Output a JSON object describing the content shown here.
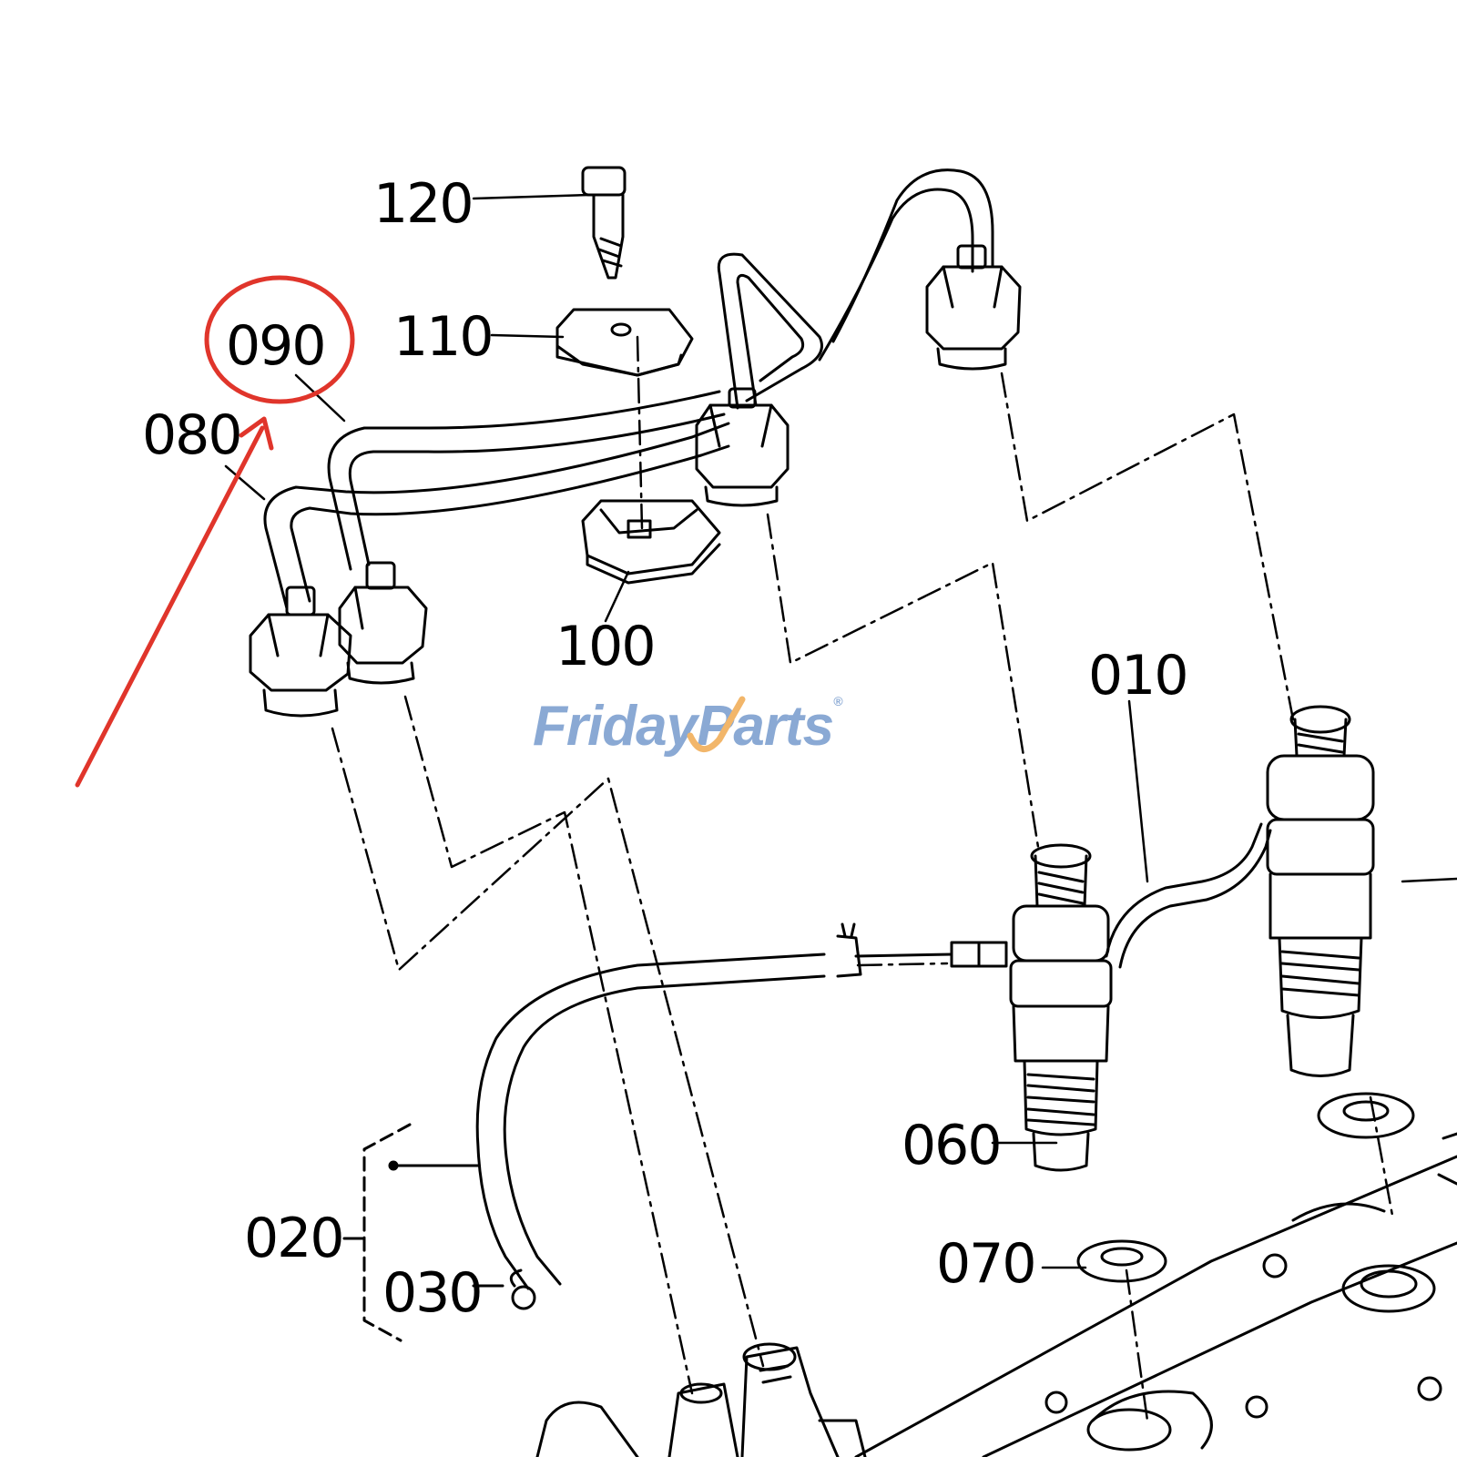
{
  "callouts": [
    {
      "id": "p120",
      "label": "120"
    },
    {
      "id": "p110",
      "label": "110"
    },
    {
      "id": "p090",
      "label": "090"
    },
    {
      "id": "p080",
      "label": "080"
    },
    {
      "id": "p100",
      "label": "100"
    },
    {
      "id": "p010",
      "label": "010"
    },
    {
      "id": "p060",
      "label": "060"
    },
    {
      "id": "p070",
      "label": "070"
    },
    {
      "id": "p020",
      "label": "020"
    },
    {
      "id": "p030",
      "label": "030"
    }
  ],
  "highlight": {
    "callout": "090",
    "color": "#e0352b",
    "marker": "circle-and-arrow"
  },
  "watermark": {
    "part1": "Friday",
    "part2": "Parts",
    "mark": "®",
    "colors": {
      "text": "#8aa9d4",
      "swoosh": "#f2b66a"
    }
  }
}
